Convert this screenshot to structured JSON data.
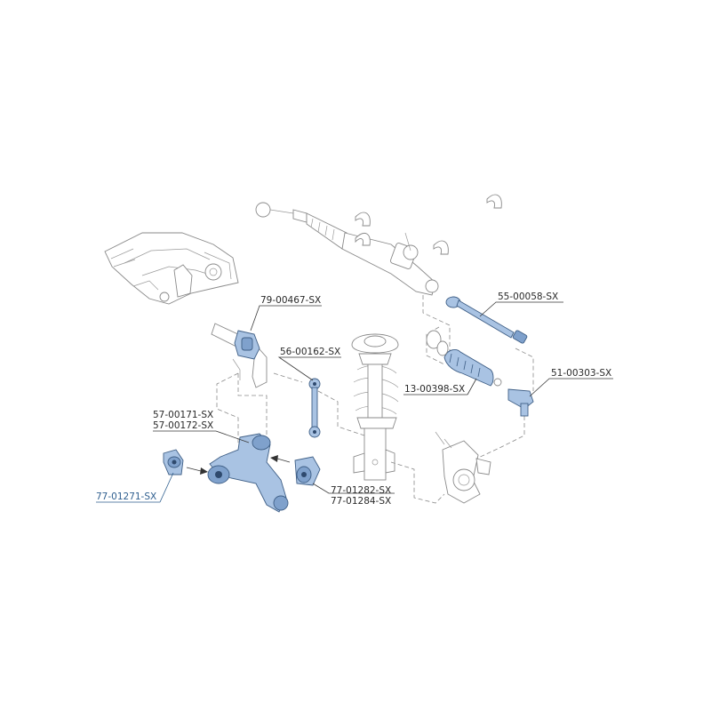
{
  "labels": {
    "anti_roll_bar_bush": "79-00467-SX",
    "stabilizer_link": "56-00162-SX",
    "inner_tie_rod": "55-00058-SX",
    "outer_tie_rod_end": "51-00303-SX",
    "steering_boot": "13-00398-SX",
    "control_arm_left": "57-00171-SX",
    "control_arm_right": "57-00172-SX",
    "front_bush": "77-01271-SX",
    "rear_bush_1": "77-01282-SX",
    "rear_bush_2": "77-01284-SX"
  },
  "colors": {
    "highlight_part": "#a9c3e3",
    "highlight_part_dark": "#7fa1cc",
    "highlight_label": "#2f5f8f",
    "outline": "#8a8a8a"
  }
}
